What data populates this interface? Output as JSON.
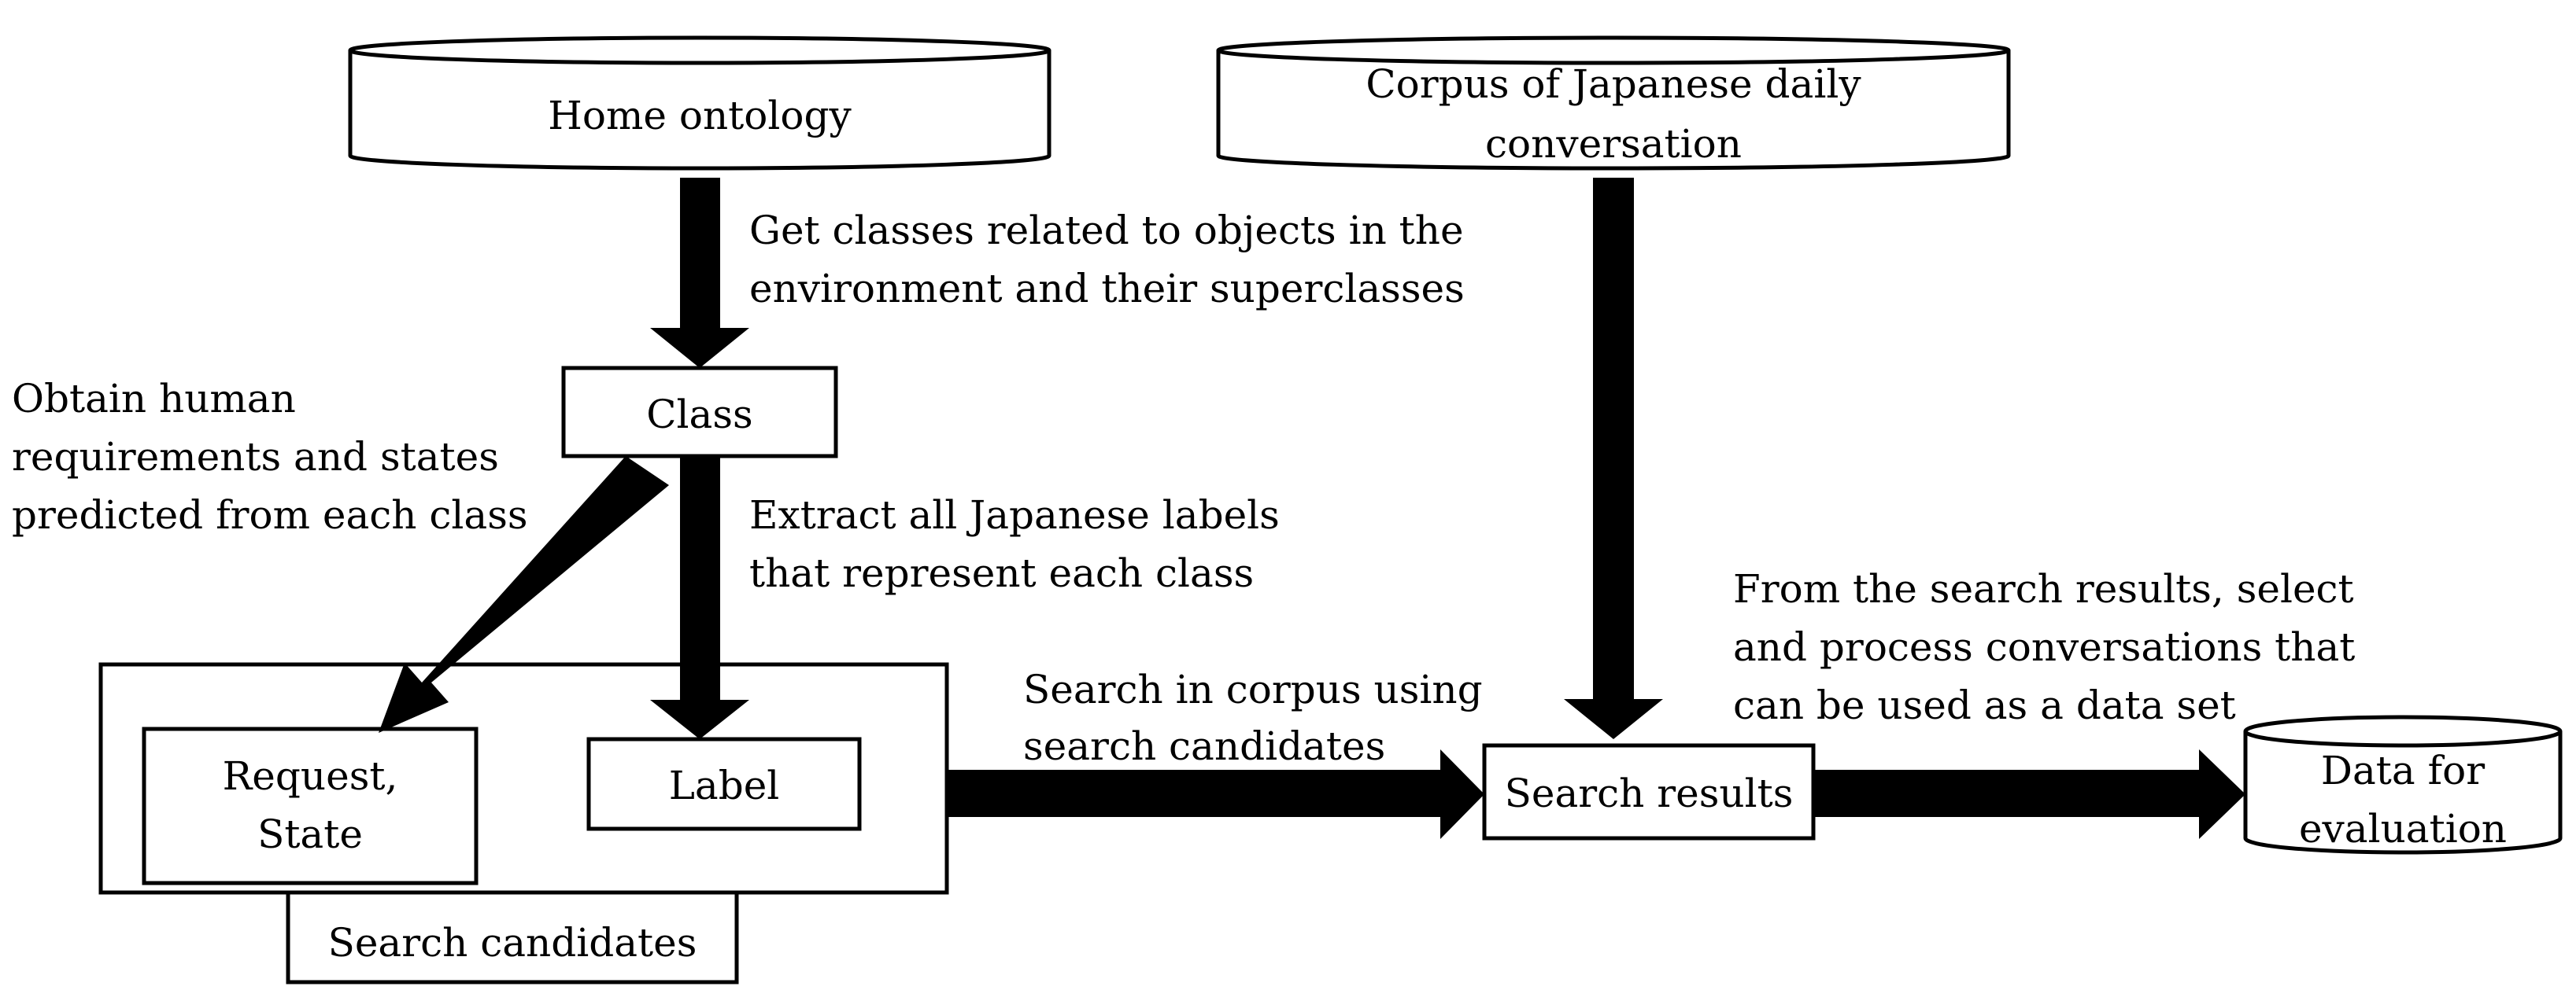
{
  "nodes": {
    "home_ontology": "Home ontology",
    "corpus": [
      "Corpus of Japanese daily",
      "conversation"
    ],
    "class": "Class",
    "request_state": [
      "Request,",
      "State"
    ],
    "label": "Label",
    "search_candidates": "Search candidates",
    "search_results": "Search results",
    "data_for_evaluation": [
      "Data for",
      "evaluation"
    ]
  },
  "edges": {
    "get_classes": [
      "Get classes related to objects in the",
      "environment and their superclasses"
    ],
    "obtain_requirements": [
      "Obtain human",
      "requirements and states",
      "predicted from each class"
    ],
    "extract_labels": [
      "Extract all Japanese labels",
      "that represent each class"
    ],
    "search_in_corpus": [
      "Search in corpus using",
      "search candidates"
    ],
    "select_process": [
      "From the search results, select",
      "and process conversations that",
      "can be used as a data set"
    ]
  }
}
